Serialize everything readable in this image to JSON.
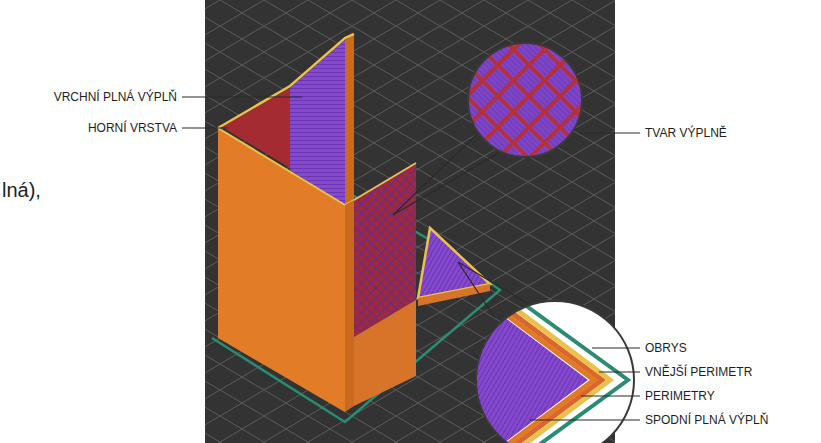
{
  "diagram": {
    "labels": [
      "lná),",
      "VRCHNÍ PLNÁ VÝPLŇ",
      "HORNÍ VRSTVA",
      "TVAR VÝPLNĚ",
      "OBRYS",
      "VNĚJŠÍ PERIMETR",
      "PERIMETRY",
      "SPODNÍ PLNÁ VÝPLŇ"
    ]
  }
}
